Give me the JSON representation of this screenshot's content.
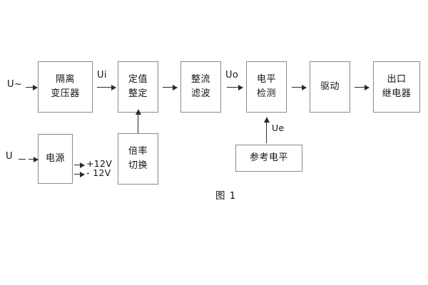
{
  "diagram": {
    "caption": "图 1",
    "blocks": [
      {
        "id": "isolation-transformer",
        "lines": [
          "隔离",
          "变压器"
        ]
      },
      {
        "id": "setting-value",
        "lines": [
          "定值",
          "整定"
        ]
      },
      {
        "id": "rectify-filter",
        "lines": [
          "整流",
          "滤波"
        ]
      },
      {
        "id": "level-detection",
        "lines": [
          "电平",
          "检测"
        ]
      },
      {
        "id": "drive",
        "lines": [
          "驱动"
        ]
      },
      {
        "id": "output-relay",
        "lines": [
          "出口",
          "继电器"
        ]
      },
      {
        "id": "power-supply",
        "lines": [
          "电源"
        ]
      },
      {
        "id": "ratio-switch",
        "lines": [
          "倍率",
          "切换"
        ]
      },
      {
        "id": "reference-level",
        "lines": [
          "参考电平"
        ]
      }
    ],
    "signals": {
      "ac_input": "U~",
      "ui": "Ui",
      "uo": "Uo",
      "ue": "Ue",
      "dc_input": "U",
      "pos_rail": "+12V",
      "neg_rail": "- 12V"
    },
    "colors": {
      "box_border": "#8a8a8a",
      "arrow": "#2b2b2b",
      "text": "#141414",
      "background": "#ffffff"
    }
  }
}
